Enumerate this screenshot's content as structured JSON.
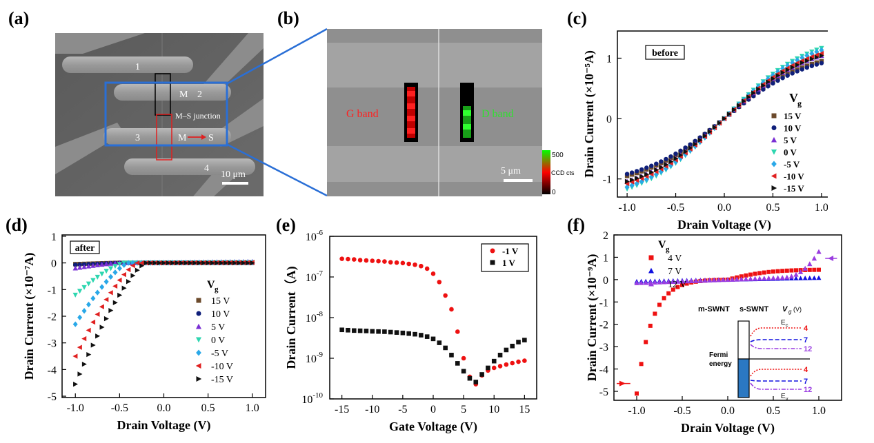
{
  "panel_labels": {
    "a": "(a)",
    "b": "(b)",
    "c": "(c)",
    "d": "(d)",
    "e": "(e)",
    "f": "(f)"
  },
  "colors": {
    "vg15": "#6b4a2b",
    "vg10": "#0f1f7a",
    "vg5": "#7a2fd4",
    "vg0": "#2ed6b0",
    "vgm5": "#29a8e8",
    "vgm10": "#e02020",
    "vgm15": "#111111",
    "red": "#ee1111",
    "black": "#111111",
    "blue": "#1010e0",
    "violet": "#9a3ce0",
    "sem_box": "#2b78c2",
    "zoom_box": "#2a6fd6"
  },
  "panel_a": {
    "pads": [
      "1",
      "2",
      "3",
      "4"
    ],
    "m_label_top": "M",
    "junction_label": "M–S junction",
    "m_label_bottom": "M",
    "s_label": "S",
    "scale_bar": "10 μm"
  },
  "panel_b": {
    "g_band": "G band",
    "d_band": "D band",
    "scale_bar": "5 μm",
    "colorbar_max": "500",
    "colorbar_min": "0",
    "colorbar_label": "CCD cts"
  },
  "chart_data": [
    {
      "panel": "c",
      "type": "scatter",
      "tag": "before",
      "xlabel": "Drain Voltage (V)",
      "ylabel": "Drain Current (×10⁻⁵A)",
      "xlim": [
        -1.1,
        1.1
      ],
      "ylim": [
        -1.3,
        1.45
      ],
      "xticks": [
        "-1.0",
        "-0.5",
        "0.0",
        "0.5",
        "1.0"
      ],
      "yticks": [
        "-1",
        "0",
        "1"
      ],
      "legend_title": "V",
      "legend_title_sub": "g",
      "series": [
        {
          "name": "15 V",
          "marker": "square",
          "slope": 0.95,
          "bend": 0
        },
        {
          "name": "10 V",
          "marker": "circle",
          "slope": 0.9,
          "bend": 0
        },
        {
          "name": "5 V",
          "marker": "triangle-up",
          "slope": 1.0,
          "bend": 0
        },
        {
          "name": "0 V",
          "marker": "triangle-down",
          "slope": 1.1,
          "bend": 0
        },
        {
          "name": "-5 V",
          "marker": "diamond",
          "slope": 1.05,
          "bend": 0
        },
        {
          "name": "-10 V",
          "marker": "triangle-left",
          "slope": 0.98,
          "bend": 0
        },
        {
          "name": "-15 V",
          "marker": "triangle-right",
          "slope": 0.93,
          "bend": 0
        }
      ]
    },
    {
      "panel": "d",
      "type": "scatter",
      "tag": "after",
      "xlabel": "Drain Voltage (V)",
      "ylabel": "Drain Current (×10⁻⁷A)",
      "xlim": [
        -1.15,
        1.15
      ],
      "ylim": [
        -5.05,
        1.05
      ],
      "xticks": [
        "-1.0",
        "-0.5",
        "0.0",
        "0.5",
        "1.0"
      ],
      "yticks": [
        "-5",
        "-4",
        "-3",
        "-2",
        "-1",
        "0",
        "1"
      ],
      "legend_title": "V",
      "legend_title_sub": "g",
      "series": [
        {
          "name": "15 V",
          "marker": "square",
          "amp": -0.1,
          "onset": -0.6,
          "k": 0,
          "pos": 0.02
        },
        {
          "name": "10 V",
          "marker": "circle",
          "amp": -0.15,
          "onset": -0.6,
          "k": 0,
          "pos": 0.02
        },
        {
          "name": "5 V",
          "marker": "triangle-up",
          "amp": -0.2,
          "onset": -0.5,
          "k": 4,
          "pos": 0.05
        },
        {
          "name": "0 V",
          "marker": "triangle-down",
          "amp": -1.2,
          "onset": -0.45,
          "k": 4,
          "pos": 0.02
        },
        {
          "name": "-5 V",
          "marker": "diamond",
          "amp": -2.3,
          "onset": -0.4,
          "k": 3.2,
          "pos": 0.02
        },
        {
          "name": "-10 V",
          "marker": "triangle-left",
          "amp": -3.5,
          "onset": -0.3,
          "k": 3,
          "pos": 0.02
        },
        {
          "name": "-15 V",
          "marker": "triangle-right",
          "amp": -4.55,
          "onset": -0.2,
          "k": 2.6,
          "pos": 0.0
        }
      ]
    },
    {
      "panel": "e",
      "type": "scatter",
      "xscale": "linear",
      "yscale": "log",
      "xlabel": "Gate Voltage (V)",
      "ylabel": "Drain Current（A)",
      "xlim": [
        -17,
        17
      ],
      "ylim": [
        1e-10,
        1e-06
      ],
      "xticks": [
        "-15",
        "-10",
        "-5",
        "0",
        "5",
        "10",
        "15"
      ],
      "yticks": [
        {
          "base": "10",
          "exp": "-10"
        },
        {
          "base": "10",
          "exp": "-9"
        },
        {
          "base": "10",
          "exp": "-8"
        },
        {
          "base": "10",
          "exp": "-7"
        },
        {
          "base": "10",
          "exp": "-6"
        }
      ],
      "series": [
        {
          "name": "-1 V",
          "marker": "circle",
          "x": [
            -15,
            -14,
            -13,
            -12,
            -11,
            -10,
            -9,
            -8,
            -7,
            -6,
            -5,
            -4,
            -3,
            -2,
            -1,
            0,
            1,
            2,
            3,
            4,
            5,
            6,
            7,
            8,
            9,
            10,
            11,
            12,
            13,
            14,
            15
          ],
          "y": [
            2.8e-07,
            2.75e-07,
            2.7e-07,
            2.6e-07,
            2.55e-07,
            2.5e-07,
            2.45e-07,
            2.4e-07,
            2.3e-07,
            2.25e-07,
            2.2e-07,
            2.1e-07,
            2e-07,
            1.85e-07,
            1.6e-07,
            1.2e-07,
            7.5e-08,
            3.5e-08,
            1.6e-08,
            4.5e-09,
            1e-09,
            3.5e-10,
            2.3e-10,
            3.8e-10,
            5e-10,
            5.8e-10,
            6.4e-10,
            7e-10,
            7.6e-10,
            8.2e-10,
            8.7e-10
          ]
        },
        {
          "name": "1 V",
          "marker": "square",
          "x": [
            -15,
            -14,
            -13,
            -12,
            -11,
            -10,
            -9,
            -8,
            -7,
            -6,
            -5,
            -4,
            -3,
            -2,
            -1,
            0,
            1,
            2,
            3,
            4,
            5,
            6,
            7,
            8,
            9,
            10,
            11,
            12,
            13,
            14,
            15
          ],
          "y": [
            5e-09,
            4.9e-09,
            4.8e-09,
            4.75e-09,
            4.7e-09,
            4.6e-09,
            4.55e-09,
            4.5e-09,
            4.4e-09,
            4.3e-09,
            4.2e-09,
            4.05e-09,
            3.9e-09,
            3.7e-09,
            3.4e-09,
            3e-09,
            2.4e-09,
            1.8e-09,
            1.2e-09,
            7.5e-10,
            4.8e-10,
            3.2e-10,
            2.6e-10,
            4e-10,
            5.8e-10,
            8.5e-10,
            1.2e-09,
            1.6e-09,
            2e-09,
            2.5e-09,
            2.8e-09
          ]
        }
      ]
    },
    {
      "panel": "f",
      "type": "scatter",
      "xlabel": "Drain Voltage (V)",
      "ylabel": "Drain Current (×10⁻⁹A)",
      "xlim": [
        -1.25,
        1.25
      ],
      "ylim": [
        -5.4,
        2.0
      ],
      "xticks": [
        "-1.0",
        "-0.5",
        "0.0",
        "0.5",
        "1.0"
      ],
      "yticks": [
        "-5",
        "-4",
        "-3",
        "-2",
        "-1",
        "0",
        "1",
        "2"
      ],
      "legend_title": "V",
      "legend_title_sub": "g",
      "series": [
        {
          "name": "4 V",
          "marker": "square"
        },
        {
          "name": "7 V",
          "marker": "triangle-up"
        },
        {
          "name": "12 V",
          "marker": "triangle-up-violet"
        }
      ],
      "inset": {
        "m_swnt": "m-SWNT",
        "s_swnt": "s-SWNT",
        "vg_label": "V",
        "vg_sub": "g",
        "vg_unit": "(V)",
        "ec": "E",
        "ec_sub": "c",
        "ev": "E",
        "ev_sub": "v",
        "fermi1": "Fermi",
        "fermi2": "energy",
        "levels_top": [
          "4",
          "7",
          "12"
        ],
        "levels_bottom": [
          "4",
          "7",
          "12"
        ]
      }
    }
  ]
}
